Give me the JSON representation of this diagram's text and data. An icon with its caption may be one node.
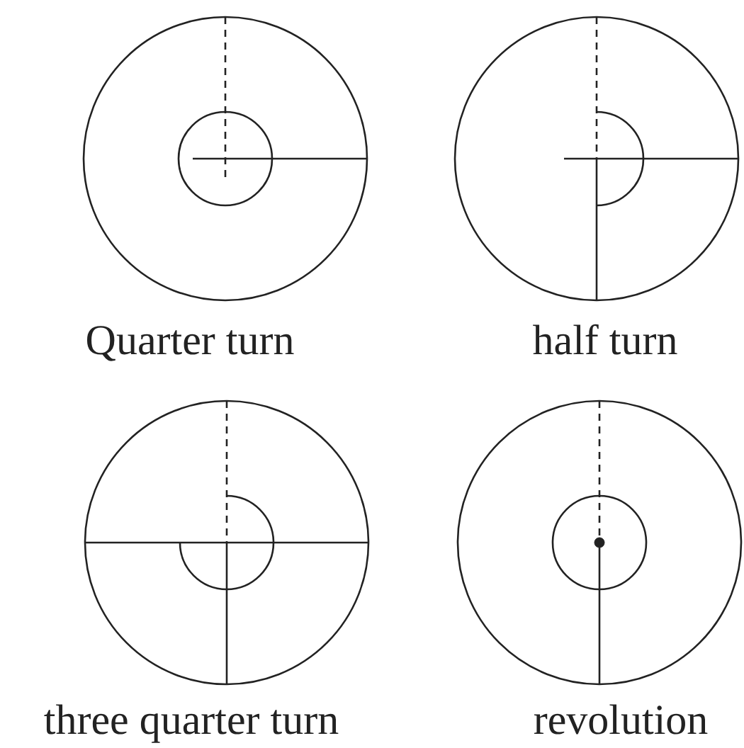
{
  "diagram": {
    "labels": [
      "Quarter turn",
      "half turn",
      "three quarter turn",
      "revolution"
    ]
  }
}
